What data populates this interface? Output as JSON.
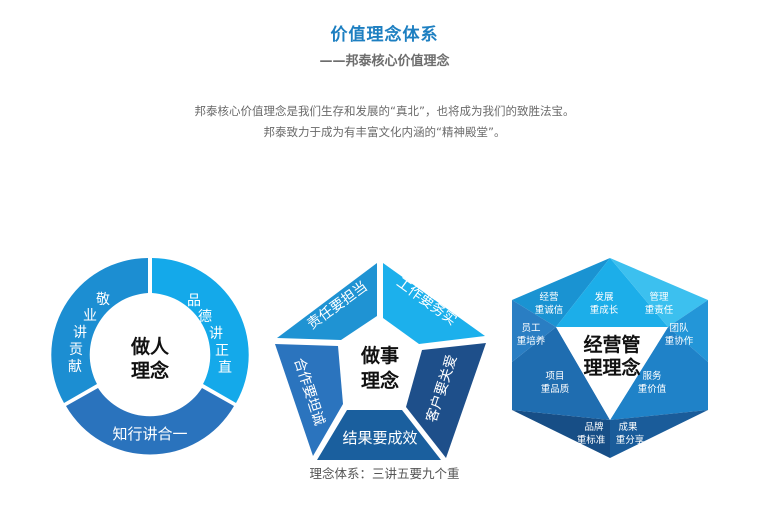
{
  "header": {
    "title": "价值理念体系",
    "subtitle": "——邦泰核心价值理念"
  },
  "intro": {
    "line1": "邦泰核心价值理念是我们生存和发展的“真北”，也将成为我们的致胜法宝。",
    "line2": "邦泰致力于成为有丰富文化内涵的“精神殿堂”。"
  },
  "colors": {
    "title": "#1d7fc1",
    "light_blue": "#19a8e6",
    "mid_blue": "#1b8ed1",
    "deep_blue": "#2a6fb8",
    "navy": "#1d4f86"
  },
  "diagrams": {
    "personal": {
      "center_line1": "做人",
      "center_line2": "理念",
      "segments": [
        {
          "label": "品德讲正直",
          "chars": [
            "品",
            "德",
            "讲",
            "正",
            "直"
          ]
        },
        {
          "label": "知行讲合一"
        },
        {
          "label": "敬业讲贡献",
          "chars": [
            "敬",
            "业",
            "讲",
            "贡",
            "献"
          ]
        }
      ]
    },
    "work": {
      "center_line1": "做事",
      "center_line2": "理念",
      "segments": [
        {
          "label": "责任要担当"
        },
        {
          "label": "工作要务实"
        },
        {
          "label": "客户要关爱"
        },
        {
          "label": "结果要成效"
        },
        {
          "label": "合作要坦诚"
        }
      ]
    },
    "management": {
      "center_line1": "经营管",
      "center_line2": "理理念",
      "facets": [
        {
          "line1": "经营",
          "line2": "重诚信"
        },
        {
          "line1": "发展",
          "line2": "重成长"
        },
        {
          "line1": "管理",
          "line2": "重责任"
        },
        {
          "line1": "团队",
          "line2": "重协作"
        },
        {
          "line1": "服务",
          "line2": "重价值"
        },
        {
          "line1": "成果",
          "line2": "重分享"
        },
        {
          "line1": "品牌",
          "line2": "重标准"
        },
        {
          "line1": "项目",
          "line2": "重品质"
        },
        {
          "line1": "员工",
          "line2": "重培养"
        }
      ]
    }
  },
  "caption": "理念体系：三讲五要九个重"
}
